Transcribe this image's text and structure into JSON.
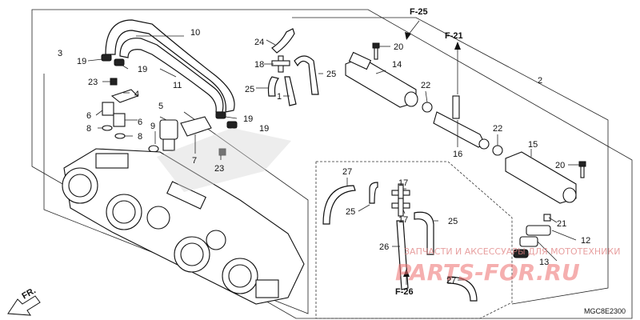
{
  "labels": {
    "p1": "1",
    "p2": "2",
    "p3": "3",
    "p4": "4",
    "p5": "5",
    "p6a": "6",
    "p6b": "6",
    "p7": "7",
    "p8a": "8",
    "p8b": "8",
    "p9": "9",
    "p10": "10",
    "p11": "11",
    "p12": "12",
    "p13": "13",
    "p14": "14",
    "p15": "15",
    "p16": "16",
    "p17a": "17",
    "p17b": "17",
    "p18": "18",
    "p19a": "19",
    "p19b": "19",
    "p19c": "19",
    "p19d": "19",
    "p20a": "20",
    "p20b": "20",
    "p21": "21",
    "p22a": "22",
    "p22b": "22",
    "p23a": "23",
    "p23b": "23",
    "p24": "24",
    "p25a": "25",
    "p25b": "25",
    "p25c": "25",
    "p25d": "25",
    "p26": "26",
    "p27a": "27",
    "p27b": "27"
  },
  "refs": {
    "f25": "F-25",
    "f21": "F-21",
    "f26": "F-26"
  },
  "direction": "FR.",
  "diagram_code": "MGC8E2300",
  "watermark": {
    "line1": "ЗАПЧАСТИ И АКСЕССУАРЫ ДЛЯ МОТОТЕХНИКИ",
    "line2": "PARTS-FOR.RU"
  }
}
